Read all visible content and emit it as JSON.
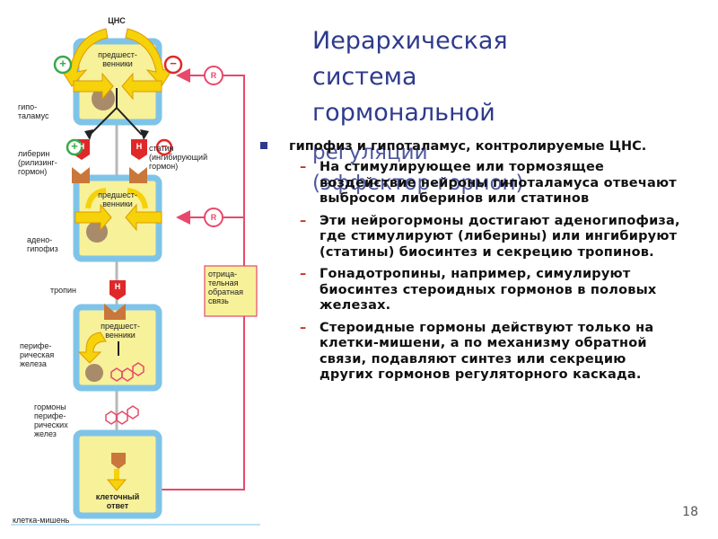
{
  "title": [
    "Иерархическая",
    "система",
    "гормональной"
  ],
  "title_overlap": [
    "регуляции",
    "(эффектор-гормон)"
  ],
  "content": {
    "main_point": "гипофиз и гипоталамус, контролируемые ЦНС.",
    "sub_points": [
      "На стимулирующее или тормозящее воздействие нейроны гипоталамуса отвечают выбросом либеринов или статинов",
      "Эти нейрогормоны достигают аденогипофиза, где стимулируют (либерины) или ингибируют (статины) биосинтез и секрецию тропинов.",
      "Гонадотропины, например, симулируют биосинтез стероидных гормонов в половых железах.",
      "Стероидные гормоны действуют только на клетки-мишени, а по механизму обратной связи, подавляют синтез или секрецию других гормонов регуляторного каскада."
    ]
  },
  "page_number": "18",
  "diagram": {
    "cns": "ЦНС",
    "precursors": "предшест-\nвенники",
    "hypothalamus": "гипо-\nталамус",
    "liberin": "либерин\n(рилизинг-\nгормон)",
    "statin": "статин\n(ингибирующий\nгормон)",
    "adenohypophysis": "адено-\nгипофиз",
    "tropin": "тропин",
    "peripheral_gland": "перифе-\nрическая\nжелеза",
    "peripheral_hormones": "гормоны\nперифе-\nрических\nжелез",
    "target_cell": "клетка-мишень",
    "cell_response": "клеточный\nответ",
    "negative_feedback": "отрица-\nтельная\nобратная\nсвязь",
    "H": "H",
    "R": "R",
    "plus": "+",
    "minus": "−"
  },
  "colors": {
    "title": "#2e3a8c",
    "bullet": "#2e3a8c",
    "dash": "#cc2a1a",
    "box_border": "#7fc4e8",
    "box_fill": "#f7f19a",
    "arrow_yellow": "#f5d20a",
    "arrow_outline": "#e09a00",
    "feedback": "#e8486a",
    "plus": "#3aa84a",
    "minus": "#e02828"
  }
}
